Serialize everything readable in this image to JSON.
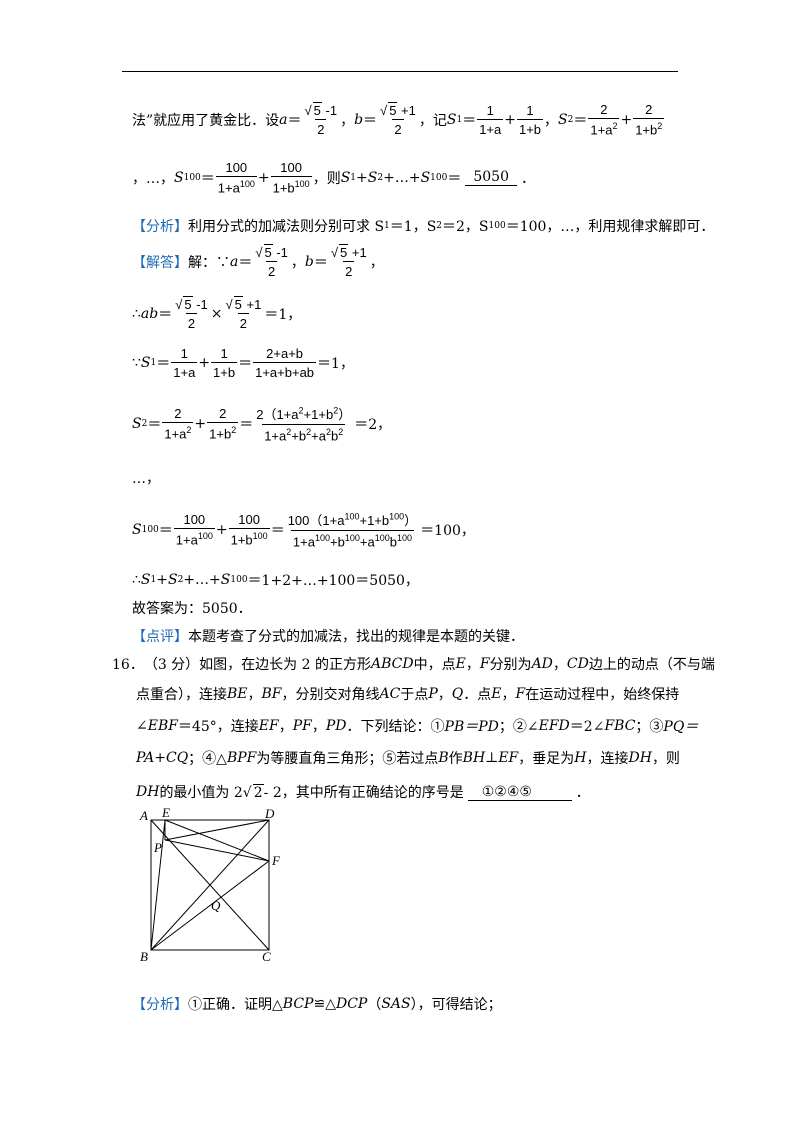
{
  "line1": {
    "prefix": "法”就应用了黄金比．设",
    "a_var": "a",
    "eq": "＝",
    "sqrt5": "5",
    "minus1": " -1",
    "plus1": " +1",
    "two": "2",
    "comma": "，",
    "b_var": "b",
    "ji": "，记 ",
    "S": "S",
    "one": "1",
    "two_sub": "2",
    "den_1a": "1+a",
    "den_1b": "1+b",
    "plus": "+",
    "den_1a2": "1+a",
    "den_1b2": "1+b",
    "exp2": "2",
    "tail": "，"
  },
  "line2": {
    "lead": "，…，",
    "S100": "S",
    "sub100": "100",
    "eq": "＝",
    "num100": "100",
    "den_a": "1+a",
    "den_b": "1+b",
    "exp100": "100",
    "plus": "+",
    "ze": "，则 ",
    "sum": "S",
    "sub1": "1",
    "sub2": "2",
    "dots": "+…+",
    "answer": "5050",
    "period": "．"
  },
  "analysis1": {
    "tag": "【分析】",
    "text": "利用分式的加减法则分别可求 S",
    "sub1": "1",
    "t2": "＝1，S",
    "sub2": "2",
    "t3": "＝2，S",
    "sub100": "100",
    "t4": "＝100，…，利用规律求解即可．"
  },
  "solution": {
    "tag": "【解答】",
    "prefix": "解：∵",
    "a": "a",
    "eq": "＝",
    "b": "b",
    "comma": "，",
    "ab_line_prefix": "∴",
    "ab": "ab",
    "times": "×",
    "eq1": "＝1，",
    "because": "∵",
    "S": "S",
    "sub1": "1",
    "num_2ab": "2+a+b",
    "den_2ab": "1+a+b+ab",
    "sub2": "2",
    "s2_num": "2（1+a",
    "s2_num_mid": "+1+b",
    "s2_num_end": "）",
    "s2_den": "1+a",
    "s2_den2": "+b",
    "s2_den3": "+a",
    "s2_den4": "b",
    "eq2": "＝2，",
    "ellipsis": "…，",
    "sub100": "100",
    "s100_num": "100（1+a",
    "s100_num_mid": "+1+b",
    "s100_num_end": "）",
    "s100_den": "1+a",
    "s100_den2": "+b",
    "s100_den3": "+a",
    "s100_den4": "b",
    "eq100": "＝100，",
    "therefore": "∴",
    "sum_text": "+…+",
    "sum_result": "＝1+2+…+100＝5050，",
    "answer_line": "故答案为：5050．"
  },
  "comment": {
    "tag": "【点评】",
    "text": "本题考查了分式的加减法，找出的规律是本题的关键．"
  },
  "q16": {
    "num": "16．",
    "l1": "（3 分）如图，在边长为 2 的正方形 ",
    "ABCD": "ABCD",
    "l1b": " 中，点 ",
    "E": "E",
    "F": "F",
    "l1c": " 分别为 ",
    "AD": "AD",
    "CD": "CD",
    "l1d": " 边上的动点（不与端",
    "l2a": "点重合），连接 ",
    "BE": "BE",
    "BF": "BF",
    "l2b": "，分别交对角线 ",
    "AC": "AC",
    "l2c": " 于点 ",
    "P": "P",
    "Q": "Q",
    "l2d": "．点 ",
    "l2e": " 在运动过程中，始终保持",
    "l3a": "∠",
    "EBF": "EBF",
    "l3b": "＝45°，连接 ",
    "EF": "EF",
    "PF": "PF",
    "PD": "PD",
    "l3c": "．下列结论：① ",
    "PBPD": "PB＝PD",
    "l3d": "；②∠",
    "EFD": "EFD",
    "l3e": "＝2∠",
    "FBC": "FBC",
    "l3f": "；③ ",
    "PQ": "PQ＝",
    "l4a": "PA+CQ",
    "l4b": "；④△",
    "BPF": "BPF",
    "l4c": " 为等腰直角三角形；⑤若过点 ",
    "B": "B",
    "l4d": " 作 ",
    "BHEF": "BH⊥EF",
    "l4e": "，垂足为 ",
    "H": "H",
    "l4f": "，连接 ",
    "DH": "DH",
    "l4g": "，则",
    "l5a": " 的最小值为 2",
    "sqrt2": "2",
    "l5b": " - 2，其中所有正确结论的序号是 ",
    "answer": "①②④⑤",
    "l5c": "．",
    "comma": "，"
  },
  "figure": {
    "A": "A",
    "E": "E",
    "D": "D",
    "P": "P",
    "F": "F",
    "Q": "Q",
    "B": "B",
    "C": "C"
  },
  "analysis2": {
    "tag": "【分析】",
    "t1": "①正确．证明△",
    "BCP": "BCP",
    "t2": "≌△",
    "DCP": "DCP",
    "t3": "（",
    "SAS": "SAS",
    "t4": "），可得结论；"
  }
}
